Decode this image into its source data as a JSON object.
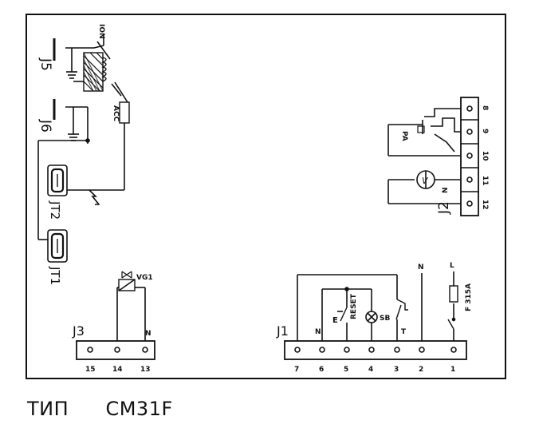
{
  "diagram": {
    "connectors": {
      "j1": "J1",
      "j2": "J2",
      "j3": "J3",
      "j5": "J5",
      "j6": "J6",
      "jt1": "JT1",
      "jt2": "JT2"
    },
    "components": {
      "ion": "ION",
      "acc": "ACC",
      "pa": "PA",
      "vg1": "VG1",
      "reset": "RESET",
      "e": "E",
      "sb": "SB",
      "t": "T",
      "fuse": "F 315A",
      "l": "L",
      "n": "N"
    },
    "j1_terminals": [
      "7",
      "6",
      "5",
      "4",
      "3",
      "2",
      "1"
    ],
    "j2_terminals": [
      "8",
      "9",
      "10",
      "11",
      "12"
    ],
    "j3_terminals": [
      "15",
      "14",
      "13"
    ]
  },
  "caption": {
    "type_label": "ТИП",
    "model": "CM31F"
  }
}
